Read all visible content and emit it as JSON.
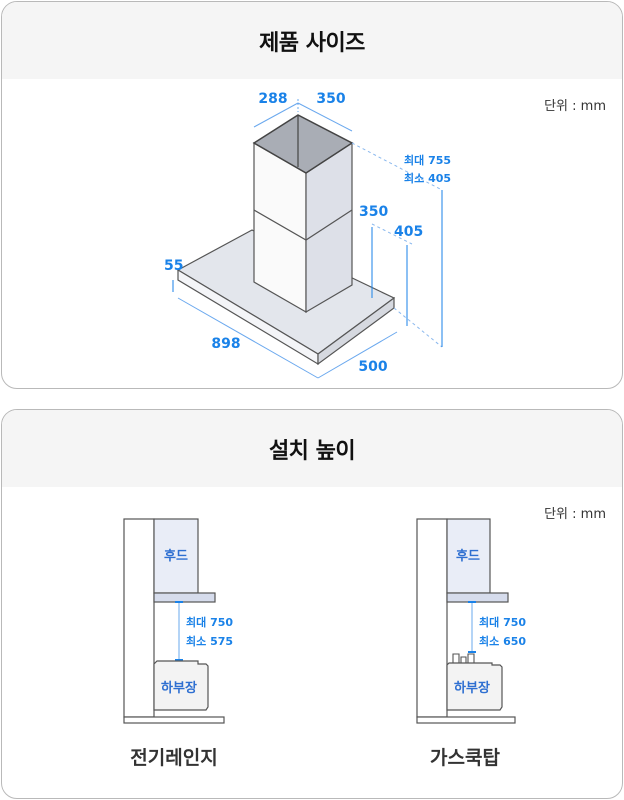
{
  "product_size": {
    "title": "제품 사이즈",
    "unit": "단위 : mm",
    "dimensions": {
      "chimney_depth": "288",
      "chimney_width": "350",
      "max_height_label": "최대 755",
      "min_height_label": "최소 405",
      "upper_chimney": "350",
      "lower_chimney": "405",
      "hood_thickness": "55",
      "hood_width": "898",
      "hood_depth": "500"
    }
  },
  "install_height": {
    "title": "설치 높이",
    "unit": "단위 : mm",
    "diagrams": [
      {
        "caption": "전기레인지",
        "hood_label": "후드",
        "cabinet_label": "하부장",
        "max_label": "최대 750",
        "min_label": "최소 575"
      },
      {
        "caption": "가스쿡탑",
        "hood_label": "후드",
        "cabinet_label": "하부장",
        "max_label": "최대 750",
        "min_label": "최소 650"
      }
    ]
  },
  "colors": {
    "accent": "#1a82e8",
    "header_bg": "#f5f5f5",
    "border": "#b9b9b9",
    "hood_fill": "#e9edf7"
  }
}
